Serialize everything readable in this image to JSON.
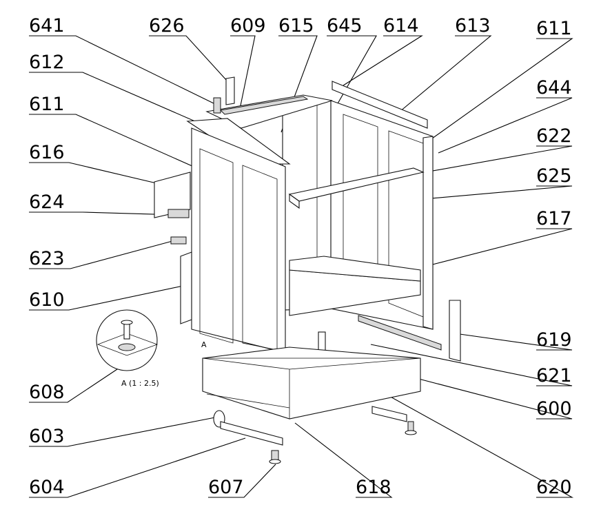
{
  "callouts": {
    "c641": "641",
    "c626": "626",
    "c609": "609",
    "c615": "615",
    "c645": "645",
    "c614": "614",
    "c613": "613",
    "c611a": "611",
    "c612": "612",
    "c611b": "611",
    "c644": "644",
    "c616": "616",
    "c622": "622",
    "c624": "624",
    "c625": "625",
    "c623": "623",
    "c617": "617",
    "c610": "610",
    "c619": "619",
    "c621": "621",
    "c608": "608",
    "c600": "600",
    "c603": "603",
    "c604": "604",
    "c607": "607",
    "c618": "618",
    "c620": "620"
  },
  "detail": {
    "marker": "A",
    "caption": "A (1 : 2.5)"
  }
}
